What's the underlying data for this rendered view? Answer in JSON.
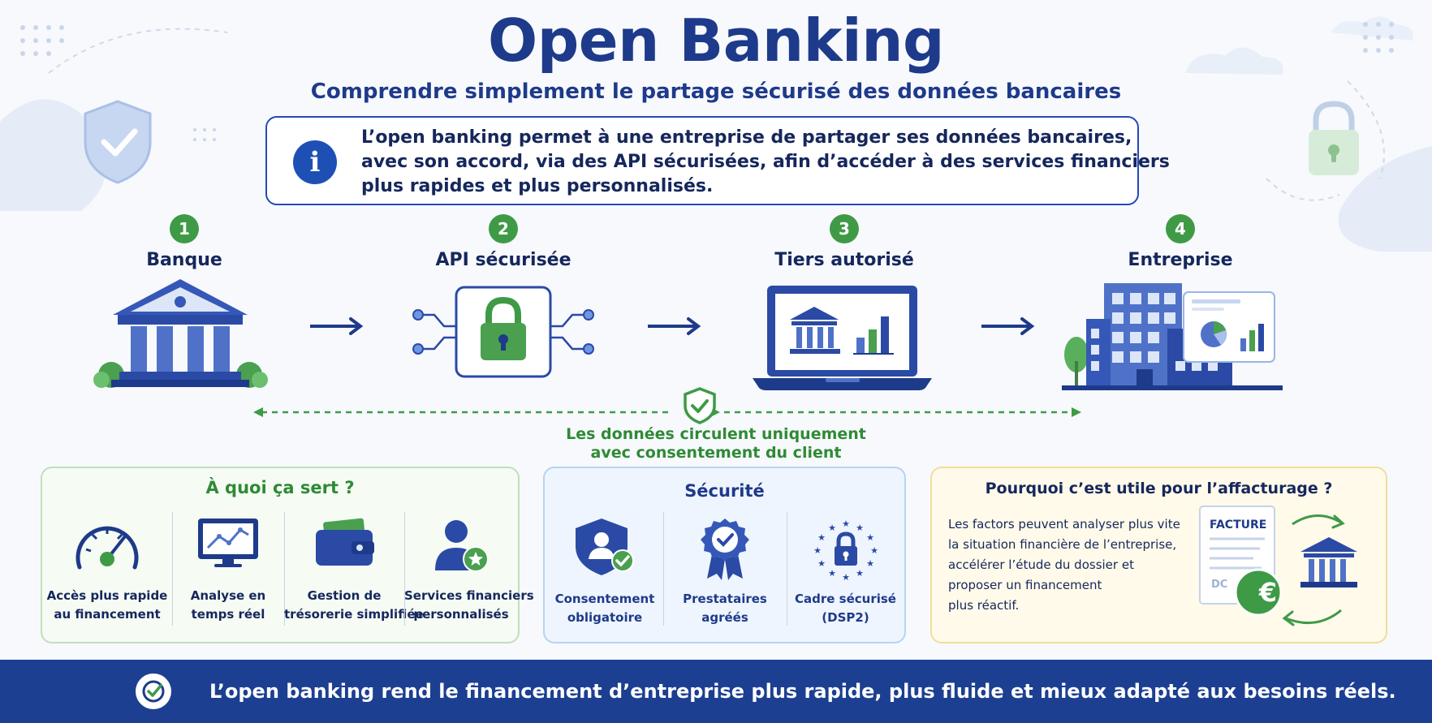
{
  "header": {
    "title": "Open Banking",
    "subtitle": "Comprendre simplement le partage sécurisé des données bancaires"
  },
  "info": {
    "icon": "info-icon",
    "lines": [
      "L’open banking permet à une entreprise de partager ses données bancaires,",
      "avec son accord, via des API sécurisées, afin d’accéder à des services financiers",
      "plus rapides et plus personnalisés."
    ]
  },
  "steps": [
    {
      "number": "1",
      "label": "Banque",
      "icon": "bank-icon"
    },
    {
      "number": "2",
      "label": "API sécurisée",
      "icon": "secure-api-lock-icon"
    },
    {
      "number": "3",
      "label": "Tiers autorisé",
      "icon": "laptop-dashboard-icon"
    },
    {
      "number": "4",
      "label": "Entreprise",
      "icon": "company-building-icon"
    }
  ],
  "consent": {
    "icon": "shield-check-icon",
    "lines": [
      "Les données circulent uniquement",
      "avec consentement du client"
    ]
  },
  "usage": {
    "title": "À quoi ça sert ?",
    "items": [
      {
        "icon": "speedometer-icon",
        "lines": [
          "Accès plus rapide",
          "au financement"
        ]
      },
      {
        "icon": "monitor-chart-icon",
        "lines": [
          "Analyse en",
          "temps réel"
        ]
      },
      {
        "icon": "wallet-icon",
        "lines": [
          "Gestion de",
          "trésorerie simplifiée"
        ]
      },
      {
        "icon": "user-star-icon",
        "lines": [
          "Services financiers",
          "personnalisés"
        ]
      }
    ]
  },
  "security": {
    "title": "Sécurité",
    "items": [
      {
        "icon": "shield-user-icon",
        "lines": [
          "Consentement",
          "obligatoire"
        ]
      },
      {
        "icon": "certified-badge-icon",
        "lines": [
          "Prestataires",
          "agréés"
        ]
      },
      {
        "icon": "eu-lock-icon",
        "lines": [
          "Cadre sécurisé",
          "(DSP2)"
        ]
      }
    ]
  },
  "factoring": {
    "title": "Pourquoi c’est utile pour l’affacturage ?",
    "lines": [
      "Les factors peuvent analyser plus vite",
      "la situation financière de l’entreprise,",
      "accélérer l’étude du dossier et",
      "proposer un financement",
      "plus réactif."
    ],
    "invoice_label": "FACTURE",
    "invoice_code": "DC",
    "currency_symbol": "€"
  },
  "footer": {
    "icon": "check-badge-icon",
    "text": "L’open banking rend le financement d’entreprise plus rapide, plus fluide et mieux adapté aux besoins réels."
  },
  "colors": {
    "primary": "#1e3a8a",
    "accent_blue": "#2749b8",
    "green": "#3f9a46",
    "footer_bg": "#1c3f91"
  }
}
